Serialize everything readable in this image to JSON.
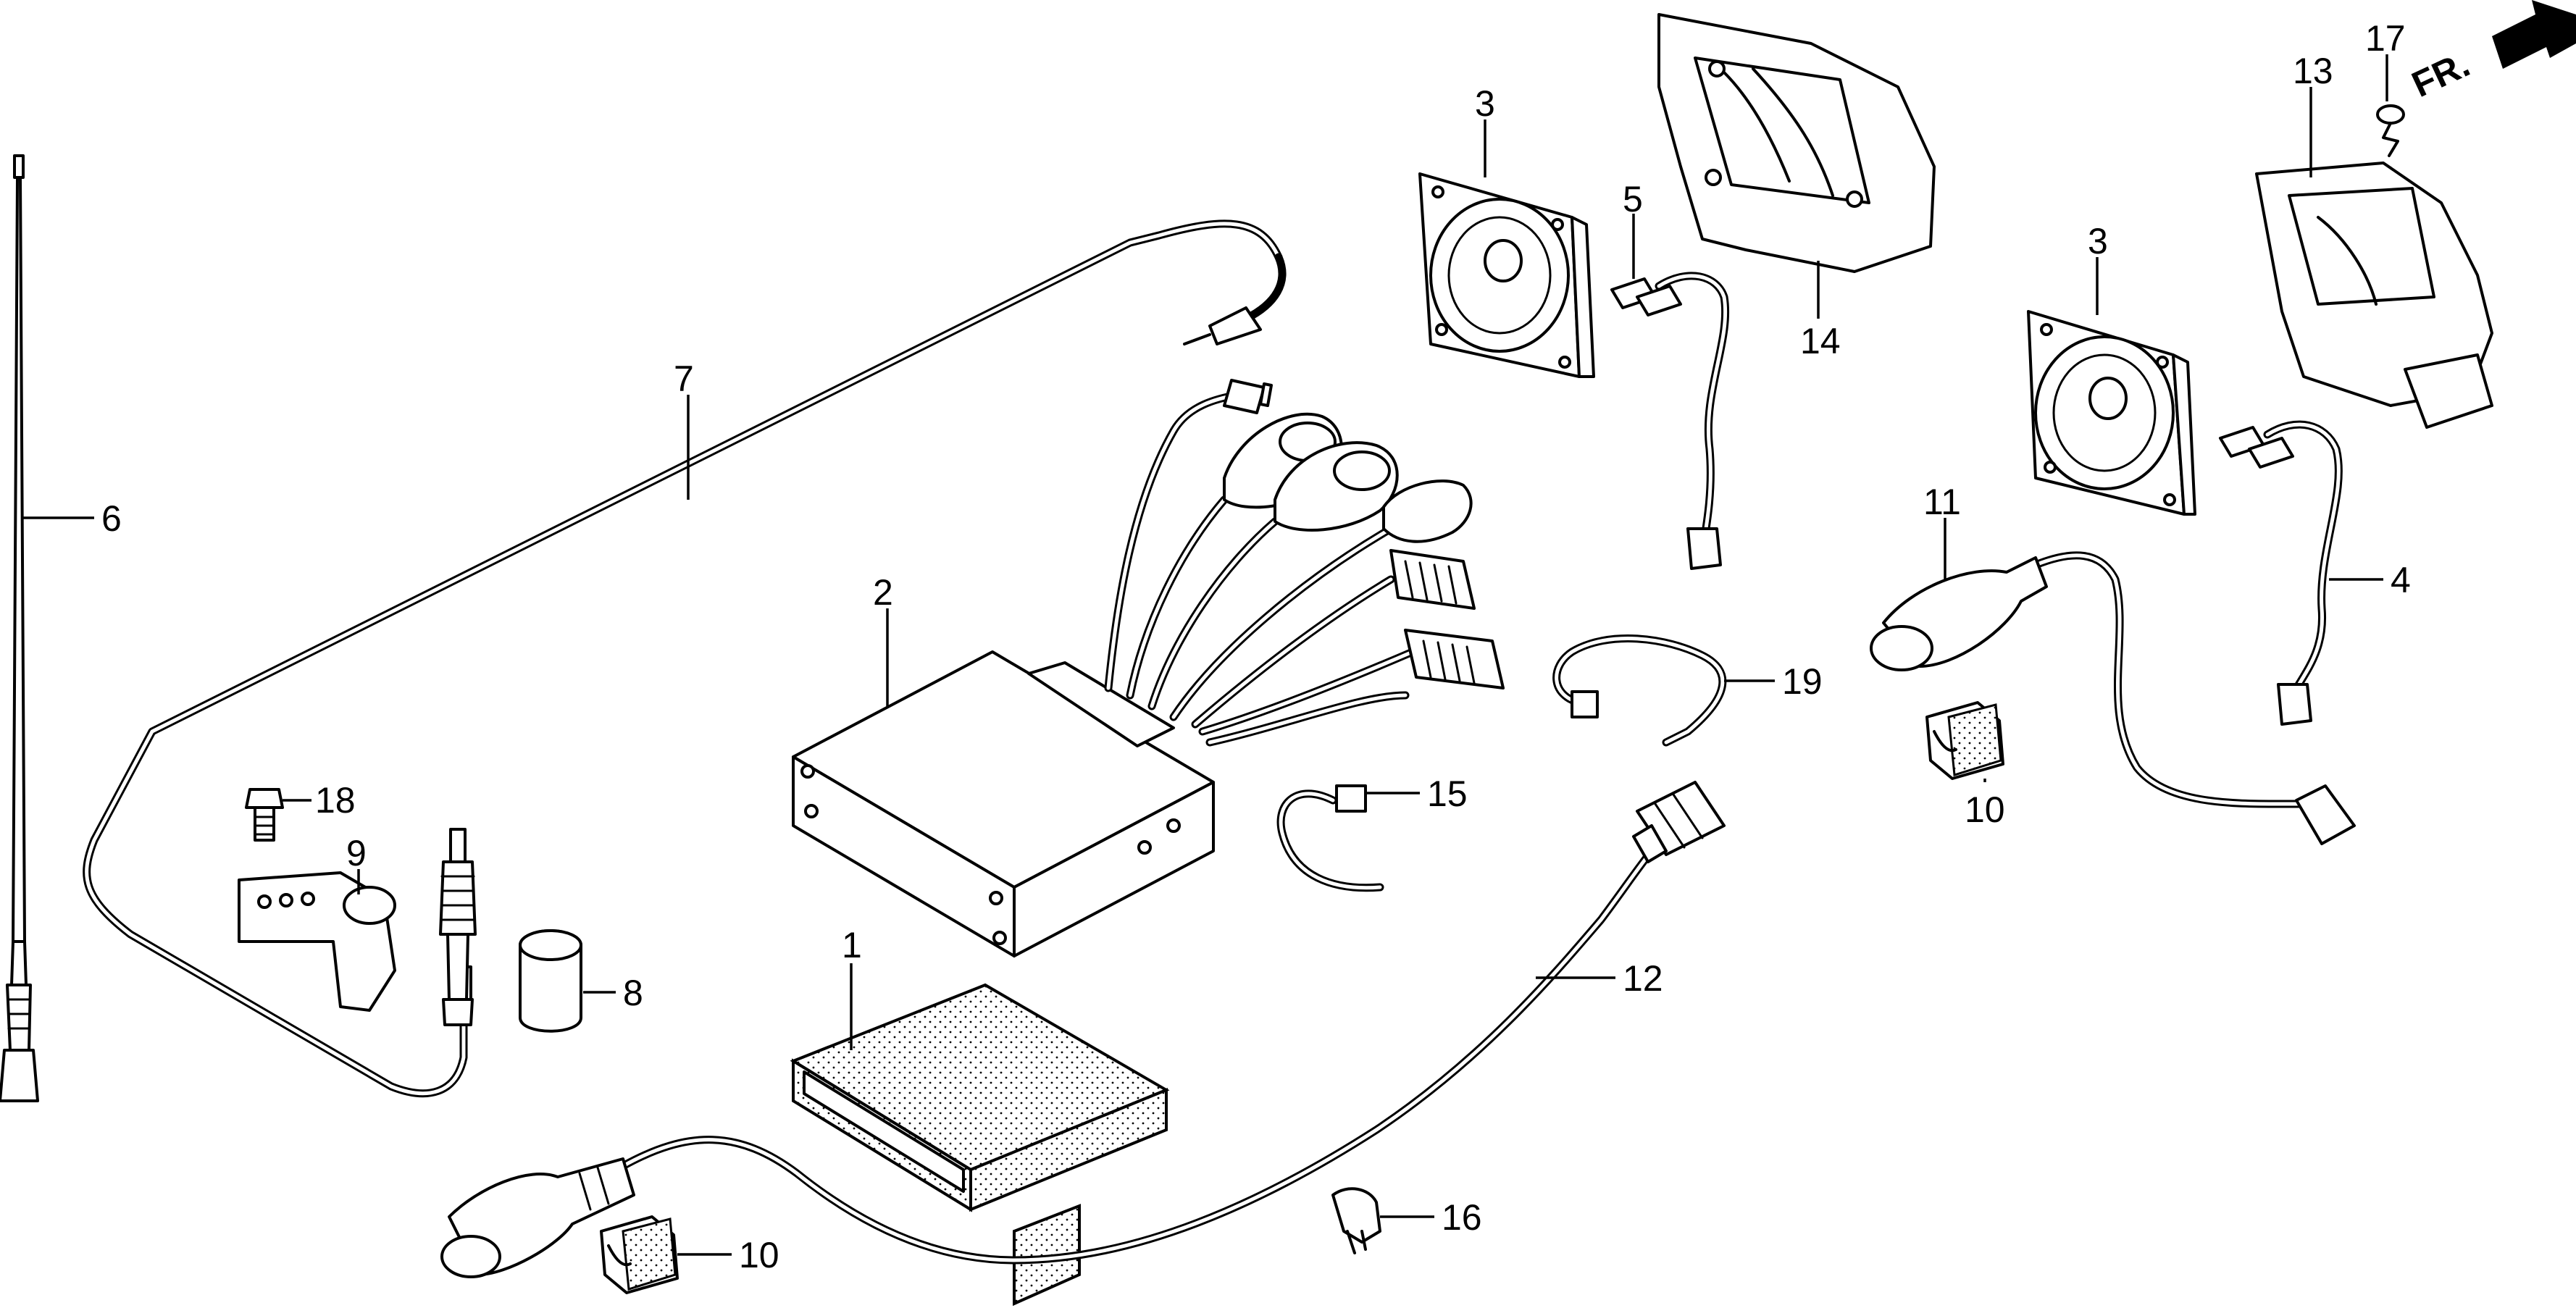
{
  "labels": {
    "l1": "1",
    "l2": "2",
    "l3a": "3",
    "l3b": "3",
    "l4": "4",
    "l5": "5",
    "l6": "6",
    "l7": "7",
    "l8": "8",
    "l9": "9",
    "l10a": "10",
    "l10b": "10",
    "l11": "11",
    "l12": "12",
    "l13": "13",
    "l14": "14",
    "l15": "15",
    "l16": "16",
    "l17": "17",
    "l18": "18",
    "l19": "19"
  },
  "direction": "FR."
}
